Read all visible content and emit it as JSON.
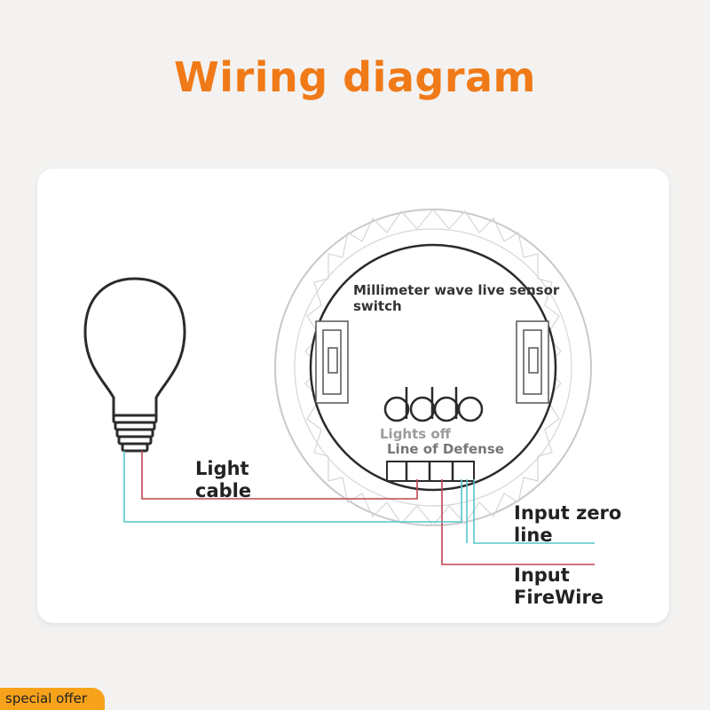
{
  "title": "Wiring diagram",
  "sensor": {
    "label": "Millimeter wave live sensor switch",
    "status_lights_off": "Lights off",
    "status_line_of_defense": "Line of Defense"
  },
  "labels": {
    "light_cable": "Light cable",
    "input_zero_line": "Input zero line",
    "input_firewire": "Input FireWire"
  },
  "badge": {
    "special_offer": "special offer"
  },
  "colors": {
    "title": "#f07a17",
    "fire_wire": "#c0454f",
    "zero_wire": "#57c6c8",
    "outline": "#2b2b2b",
    "badge": "#f7a21b"
  }
}
